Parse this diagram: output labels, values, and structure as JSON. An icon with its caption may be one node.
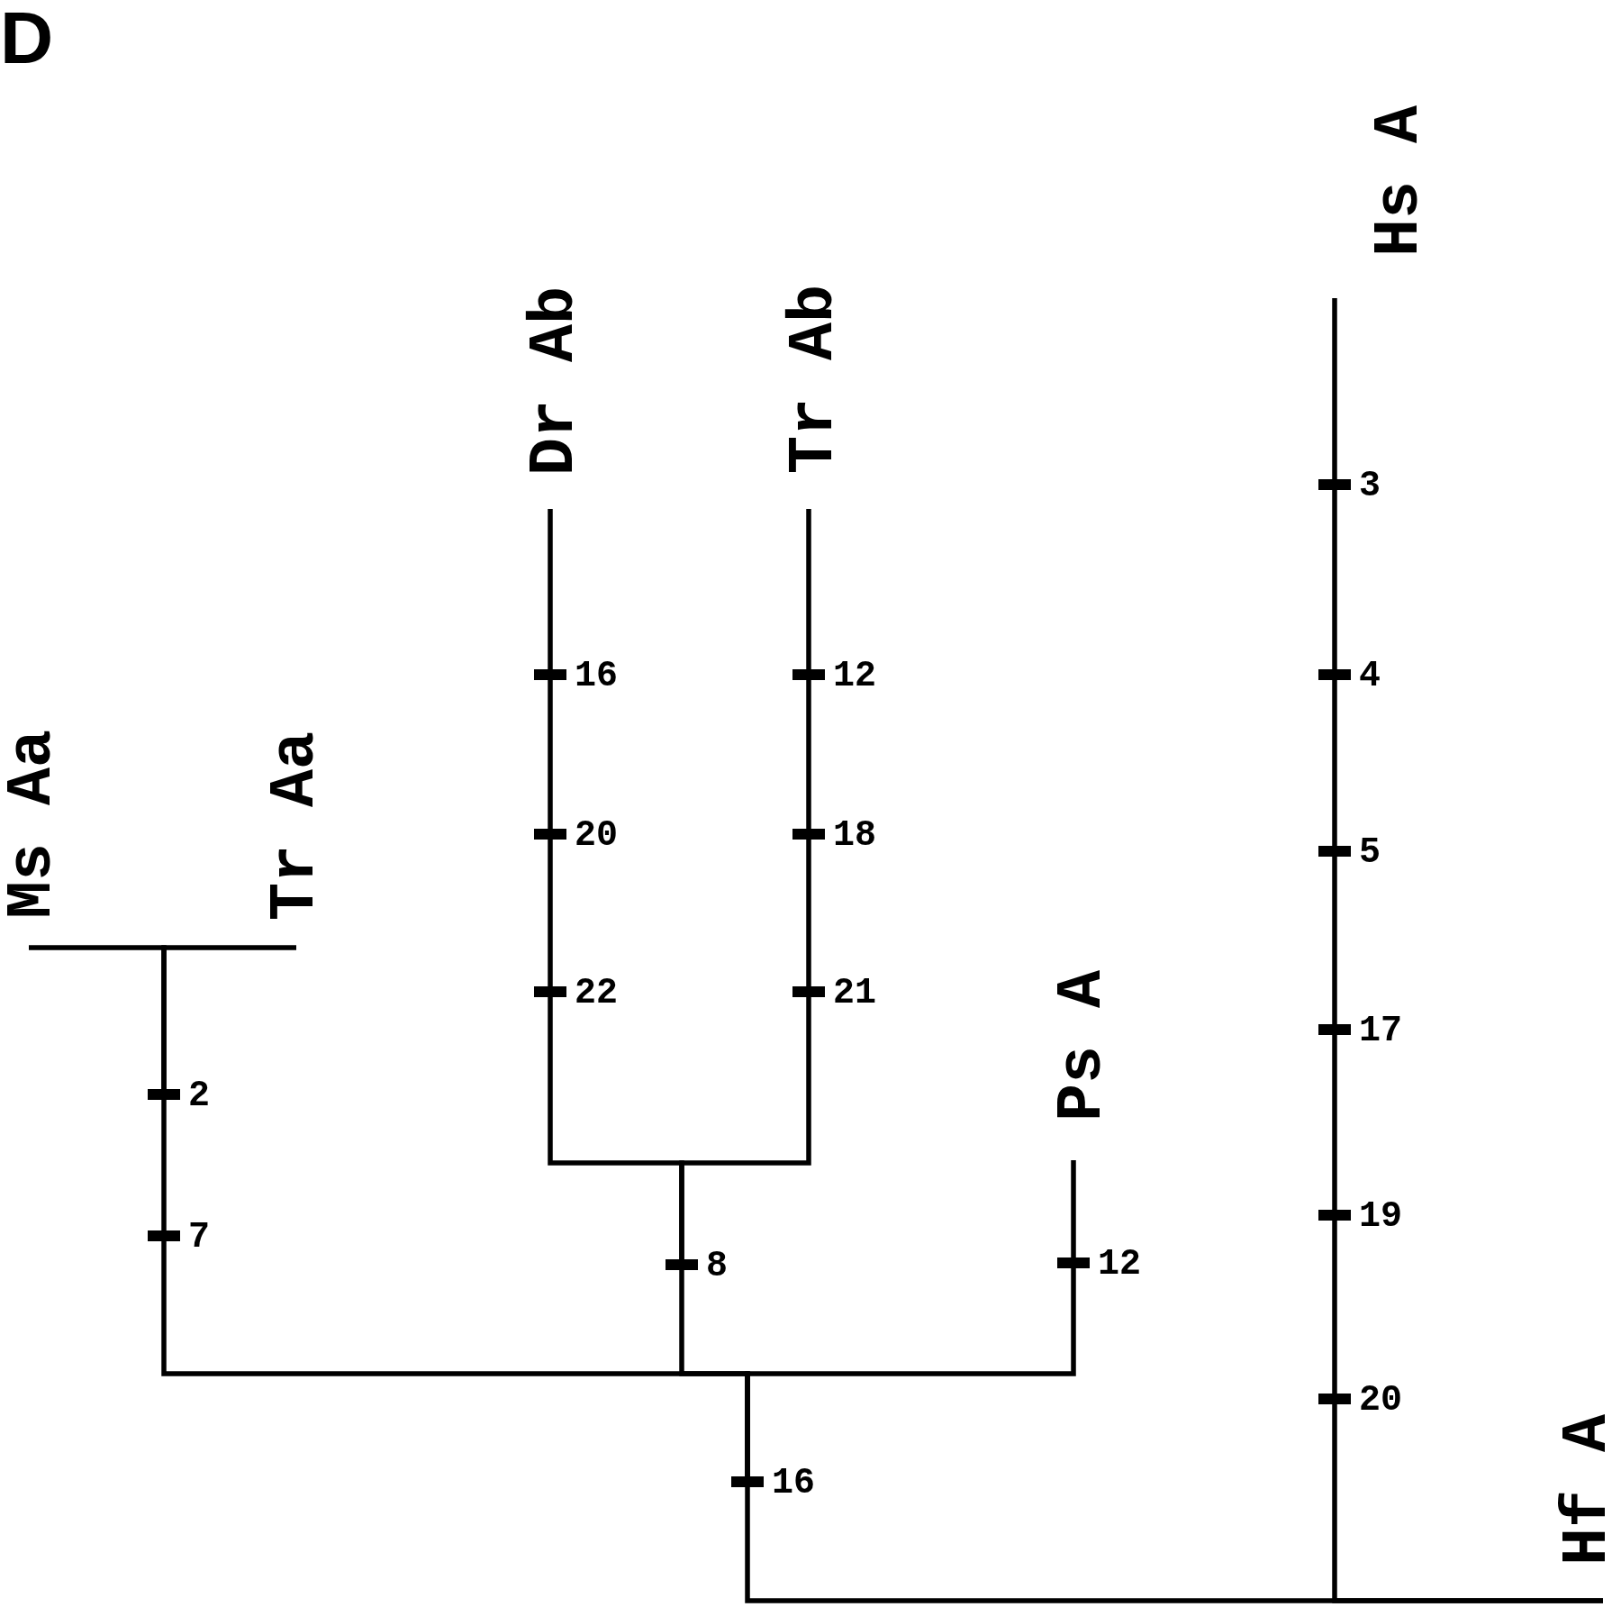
{
  "diagram": {
    "nodes": [
      {
        "text": [
          "Ms Aa"
        ]
      },
      {
        "text": [
          "Tr Aa"
        ]
      },
      {
        "text": [],
        "shape": "bar",
        "beside": [
          "2"
        ]
      },
      {
        "text": [],
        "shape": "bar",
        "beside": [
          "7"
        ]
      },
      {
        "text": [
          "Dr Ab"
        ]
      },
      {
        "text": [],
        "shape": "bar",
        "beside": [
          "16"
        ]
      },
      {
        "text": [],
        "shape": "bar",
        "beside": [
          "20"
        ]
      },
      {
        "text": [],
        "shape": "bar",
        "beside": [
          "22"
        ]
      },
      {
        "text": [
          "Tr Ab"
        ]
      },
      {
        "text": [],
        "shape": "bar",
        "beside": [
          "12"
        ]
      },
      {
        "text": [],
        "shape": "bar",
        "beside": [
          "18"
        ]
      },
      {
        "text": [],
        "shape": "bar",
        "beside": [
          "21"
        ]
      },
      {
        "text": [],
        "shape": "bar",
        "beside": [
          "8"
        ]
      },
      {
        "text": [
          "Ps A"
        ]
      },
      {
        "text": [],
        "shape": "bar",
        "beside": [
          "12"
        ]
      },
      {
        "text": [],
        "shape": "bar",
        "beside": [
          "16"
        ]
      },
      {
        "text": [
          "Hs A"
        ]
      },
      {
        "text": [],
        "shape": "bar",
        "beside": [
          "3"
        ]
      },
      {
        "text": [],
        "shape": "bar",
        "beside": [
          "4"
        ]
      },
      {
        "text": [],
        "shape": "bar",
        "beside": [
          "5"
        ]
      },
      {
        "text": [],
        "shape": "bar",
        "beside": [
          "17"
        ]
      },
      {
        "text": [],
        "shape": "bar",
        "beside": [
          "19"
        ]
      },
      {
        "text": [],
        "shape": "bar",
        "beside": [
          "20"
        ]
      },
      {
        "text": [
          "Hf A"
        ]
      }
    ],
    "edges": [
      {
        "from": 23,
        "to": 15,
        "arrow": "none"
      },
      {
        "from": 23,
        "to": 22,
        "arrow": "none"
      },
      {
        "from": 15,
        "to": 3,
        "arrow": "none"
      },
      {
        "from": 15,
        "to": 12,
        "arrow": "none"
      },
      {
        "from": 15,
        "to": 14,
        "arrow": "none"
      },
      {
        "from": 3,
        "to": 2,
        "arrow": "none"
      },
      {
        "from": 2,
        "to": 0,
        "arrow": "none"
      },
      {
        "from": 2,
        "to": 1,
        "arrow": "none"
      },
      {
        "from": 12,
        "to": 7,
        "arrow": "none"
      },
      {
        "from": 12,
        "to": 11,
        "arrow": "none"
      },
      {
        "from": 7,
        "to": 6,
        "arrow": "none"
      },
      {
        "from": 6,
        "to": 5,
        "arrow": "none"
      },
      {
        "from": 5,
        "to": 4,
        "arrow": "none"
      },
      {
        "from": 11,
        "to": 10,
        "arrow": "none"
      },
      {
        "from": 10,
        "to": 9,
        "arrow": "none"
      },
      {
        "from": 9,
        "to": 8,
        "arrow": "none"
      },
      {
        "from": 14,
        "to": 13,
        "arrow": "none"
      },
      {
        "from": 22,
        "to": 21,
        "arrow": "none"
      },
      {
        "from": 21,
        "to": 20,
        "arrow": "none"
      },
      {
        "from": 20,
        "to": 19,
        "arrow": "none"
      },
      {
        "from": 19,
        "to": 18,
        "arrow": "none"
      },
      {
        "from": 18,
        "to": 17,
        "arrow": "none"
      },
      {
        "from": 17,
        "to": 16,
        "arrow": "none"
      }
    ],
    "labels": [
      "D"
    ]
  }
}
